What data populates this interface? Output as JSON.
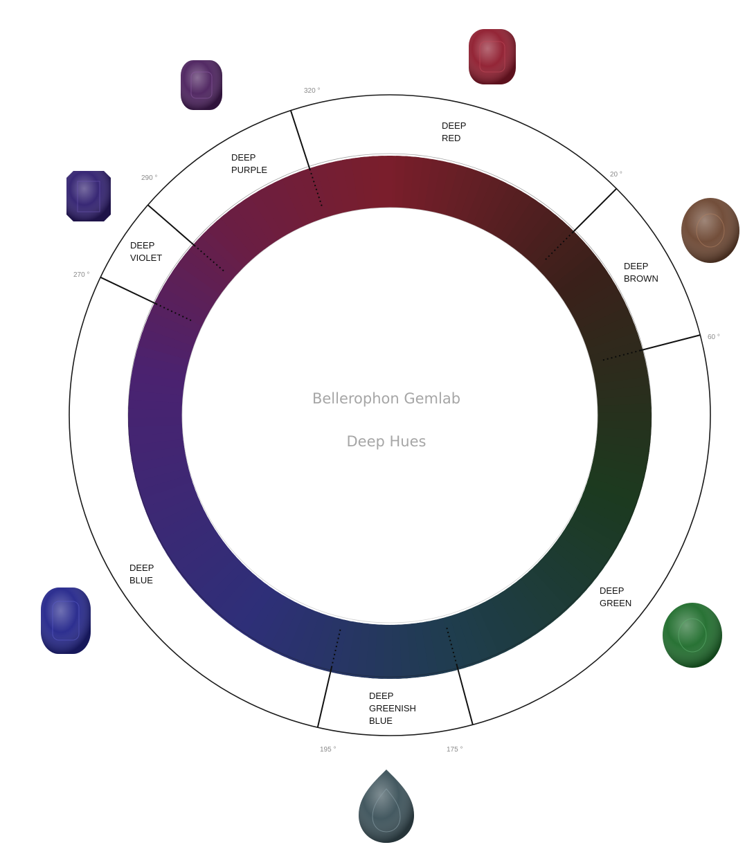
{
  "center": {
    "title": "Bellerophon Gemlab",
    "subtitle": "Deep Hues"
  },
  "boundaries": [
    {
      "id": "b320",
      "label": "320 °"
    },
    {
      "id": "b20",
      "label": "20 °"
    },
    {
      "id": "b60",
      "label": "60 °"
    },
    {
      "id": "b175",
      "label": "175 °"
    },
    {
      "id": "b195",
      "label": "195 °"
    },
    {
      "id": "b270",
      "label": "270 °"
    },
    {
      "id": "b290",
      "label": "290 °"
    }
  ],
  "segments": [
    {
      "id": "deep-red",
      "lines": [
        "DEEP",
        "RED"
      ]
    },
    {
      "id": "deep-brown",
      "lines": [
        "DEEP",
        "BROWN"
      ]
    },
    {
      "id": "deep-green",
      "lines": [
        "DEEP",
        "GREEN"
      ]
    },
    {
      "id": "deep-greenish-blue",
      "lines": [
        "DEEP",
        "GREENISH",
        "BLUE"
      ]
    },
    {
      "id": "deep-blue",
      "lines": [
        "DEEP",
        "BLUE"
      ]
    },
    {
      "id": "deep-violet",
      "lines": [
        "DEEP",
        "VIOLET"
      ]
    },
    {
      "id": "deep-purple",
      "lines": [
        "DEEP",
        "PURPLE"
      ]
    }
  ],
  "gems": [
    {
      "id": "ruby",
      "name": "red-cushion-gem-icon",
      "color": "#8e1a2c"
    },
    {
      "id": "brown",
      "name": "brown-oval-gem-icon",
      "color": "#6b4530"
    },
    {
      "id": "green",
      "name": "green-oval-gem-icon",
      "color": "#1d6b2a"
    },
    {
      "id": "teal",
      "name": "blue-green-pear-gem-icon",
      "color": "#3a5058"
    },
    {
      "id": "blue",
      "name": "blue-cushion-gem-icon",
      "color": "#22248a"
    },
    {
      "id": "violet",
      "name": "violet-emerald-cut-gem-icon",
      "color": "#2e1d6e"
    },
    {
      "id": "purple",
      "name": "purple-cushion-gem-icon",
      "color": "#4a1f5c"
    }
  ],
  "colors": {
    "red": "#7a1e2b",
    "brown": "#3a201a",
    "green": "#1c3a1f",
    "teal": "#1f3d4e",
    "blue": "#2e2f78",
    "violet": "#4a2270",
    "purple": "#6a1e44"
  }
}
